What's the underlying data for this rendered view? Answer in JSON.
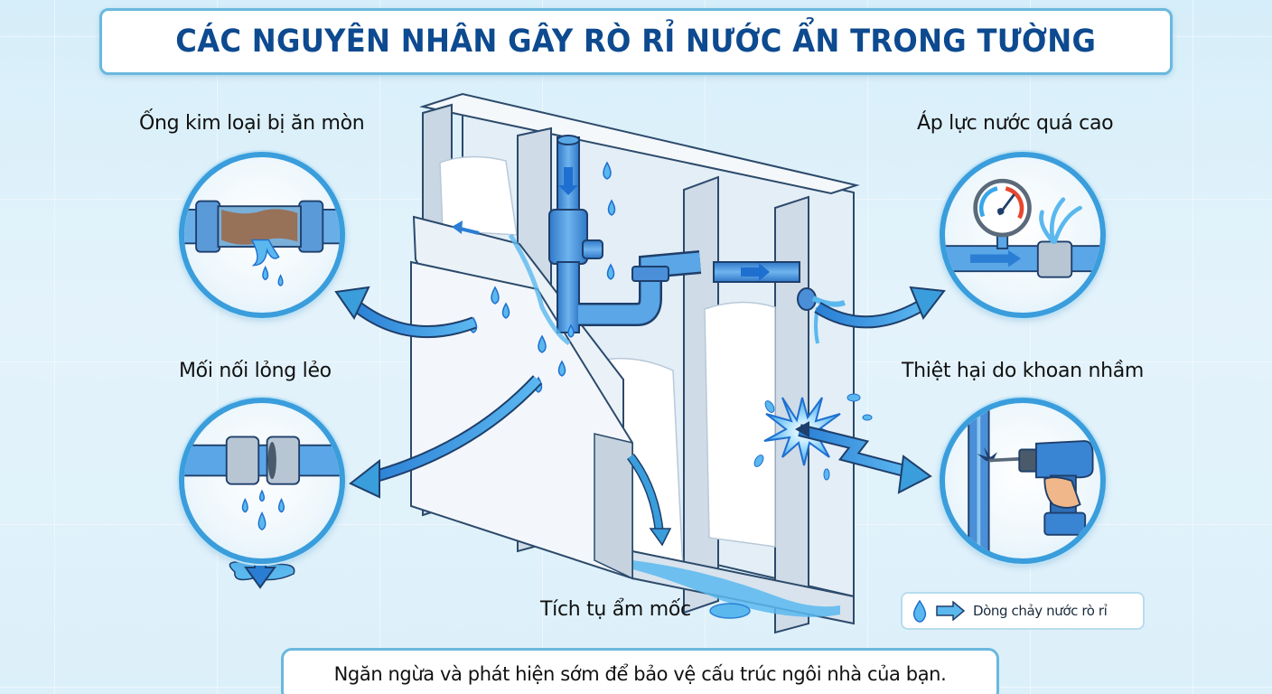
{
  "title": "CÁC NGUYÊN NHÂN GÂY RÒ RỈ NƯỚC ẨN TRONG TƯỜNG",
  "causes": [
    {
      "id": "corrosion",
      "label": "Ống kim loại bị ăn mòn",
      "icon": "corroded-pipe-icon",
      "position": "top-left"
    },
    {
      "id": "pressure",
      "label": "Áp lực nước quá cao",
      "icon": "pressure-gauge-icon",
      "position": "top-right"
    },
    {
      "id": "loose-joint",
      "label": "Mối nối lỏng lẻo",
      "icon": "loose-joint-icon",
      "position": "bottom-left"
    },
    {
      "id": "drilling",
      "label": "Thiệt hại do khoan nhầm",
      "icon": "drill-icon",
      "position": "bottom-right"
    }
  ],
  "center": {
    "illustration": "wall-cross-section",
    "caption": "Tích tụ ẩm mốc"
  },
  "legend": {
    "icons": [
      "water-drop-icon",
      "arrow-right-icon"
    ],
    "label": "Dòng chảy nước rò rỉ"
  },
  "footer": {
    "text": "Ngăn ngừa và phát hiện sớm để bảo vệ cấu trúc ngôi nhà của bạn."
  },
  "colors": {
    "background": "#dcf0fa",
    "title_text": "#0d4a8f",
    "accent_blue": "#3a9ddc",
    "water": "#5ab8ee",
    "pipe": "#4a8fd8",
    "rust": "#a0623a",
    "gauge_red": "#e8462e"
  }
}
